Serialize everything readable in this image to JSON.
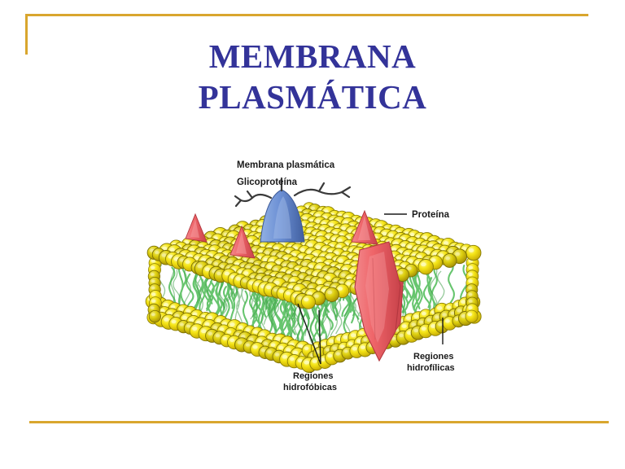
{
  "slide": {
    "title_line1": "MEMBRANA",
    "title_line2": "PLASMÁTICA",
    "title_color": "#333399",
    "accent_color": "#d9a62e",
    "background_color": "#ffffff"
  },
  "diagram": {
    "name": "plasma-membrane-phospholipid-bilayer",
    "labels": {
      "membrane": "Membrana plasmática",
      "glycoprotein": "Glicoproteína",
      "protein": "Proteína",
      "hydrophilic_line1": "Regiones",
      "hydrophilic_line2": "hidrofílicas",
      "hydrophobic_line1": "Regiones",
      "hydrophobic_line2": "hidrofóbicas"
    },
    "colors": {
      "phospholipid_head": "#f2e014",
      "phospholipid_head_shade": "#c9b90c",
      "phospholipid_head_outline": "#8a7f06",
      "fatty_acid_tail": "#6ecb6e",
      "fatty_acid_tail_dark": "#3f9e48",
      "protein_red": "#ec5f63",
      "protein_red_dark": "#c8424a",
      "glycoprotein_blue": "#6b8fd4",
      "glycoprotein_blue_dark": "#4a6cb5",
      "sugar_chain": "#3a3a3a",
      "label_text": "#1a1a1a"
    }
  }
}
